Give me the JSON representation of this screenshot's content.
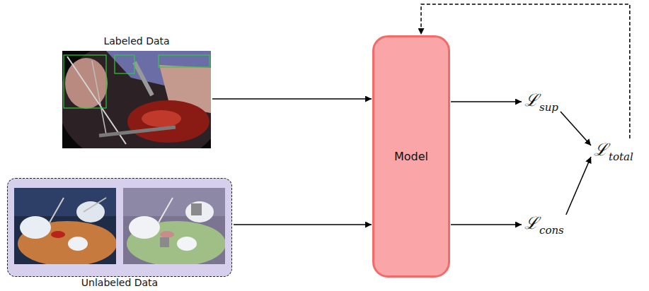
{
  "diagram": {
    "nodes": [
      {
        "text": [
          "Labeled Data"
        ]
      },
      {
        "text": [
          "Unlabeled Data"
        ]
      },
      {
        "text": [
          "Model"
        ]
      },
      {
        "text": [
          "ℒ",
          "sup"
        ]
      },
      {
        "text": [
          "ℒ",
          "total"
        ]
      },
      {
        "text": [
          "ℒ",
          "cons"
        ]
      }
    ],
    "edges": [
      {
        "from": 0,
        "to": 2,
        "arrow": "to"
      },
      {
        "from": 1,
        "to": 2,
        "arrow": "to"
      },
      {
        "from": 2,
        "to": 3,
        "arrow": "to"
      },
      {
        "from": 2,
        "to": 5,
        "arrow": "to"
      },
      {
        "from": 3,
        "to": 4,
        "arrow": "to"
      },
      {
        "from": 5,
        "to": 4,
        "arrow": "to"
      },
      {
        "from": 4,
        "to": 2,
        "arrow": "to"
      }
    ]
  }
}
